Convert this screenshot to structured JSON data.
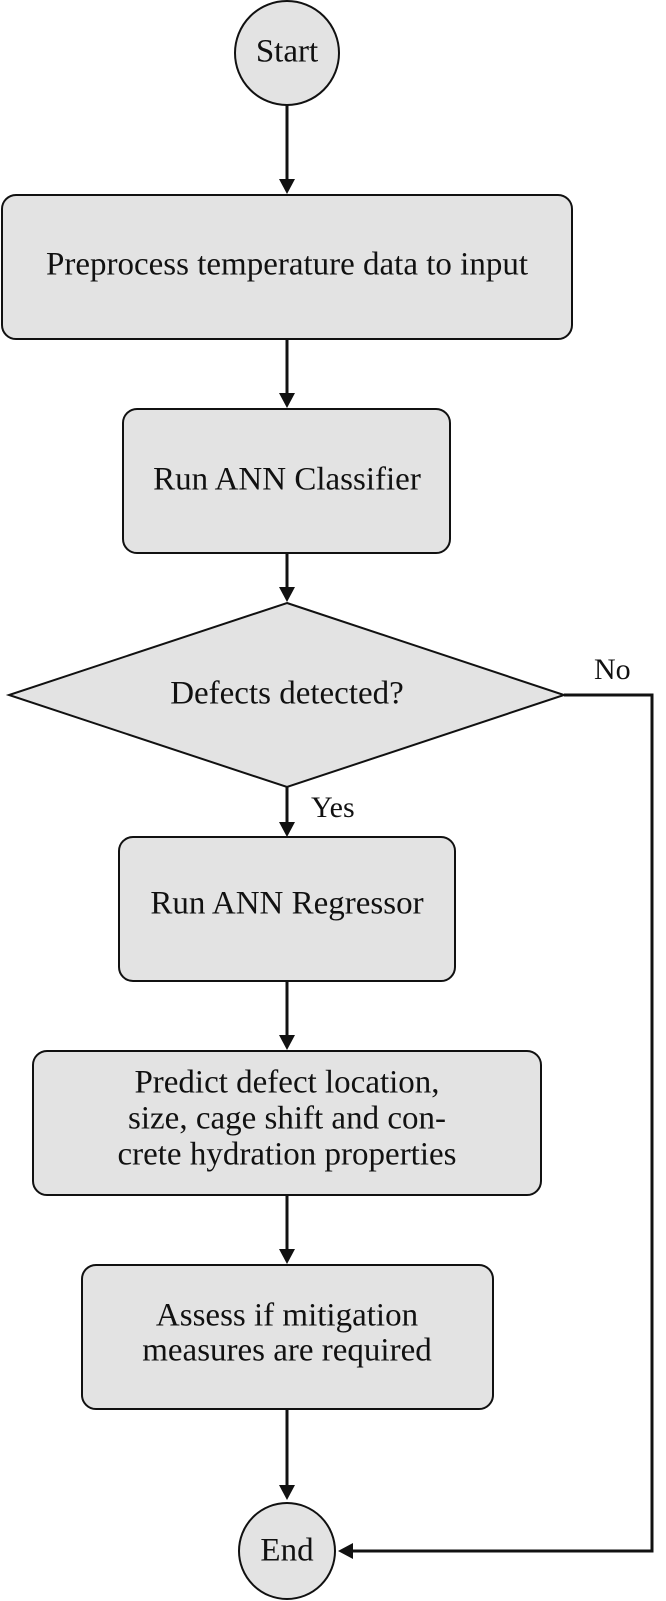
{
  "flowchart": {
    "start": {
      "label": "Start"
    },
    "preprocess": {
      "label": "Preprocess temperature data to input"
    },
    "classifier": {
      "label": "Run ANN Classifier"
    },
    "decision": {
      "label": "Defects detected?"
    },
    "regressor": {
      "label": "Run ANN Regressor"
    },
    "predict": {
      "lines": [
        "Predict defect location,",
        "size, cage shift and con-",
        "crete hydration properties"
      ]
    },
    "assess": {
      "lines": [
        "Assess if mitigation",
        "measures are required"
      ]
    },
    "end": {
      "label": "End"
    },
    "edges": {
      "yes_label": "Yes",
      "no_label": "No"
    }
  },
  "colors": {
    "node_fill": "#e3e3e3",
    "stroke": "#111111",
    "background": "#ffffff"
  }
}
